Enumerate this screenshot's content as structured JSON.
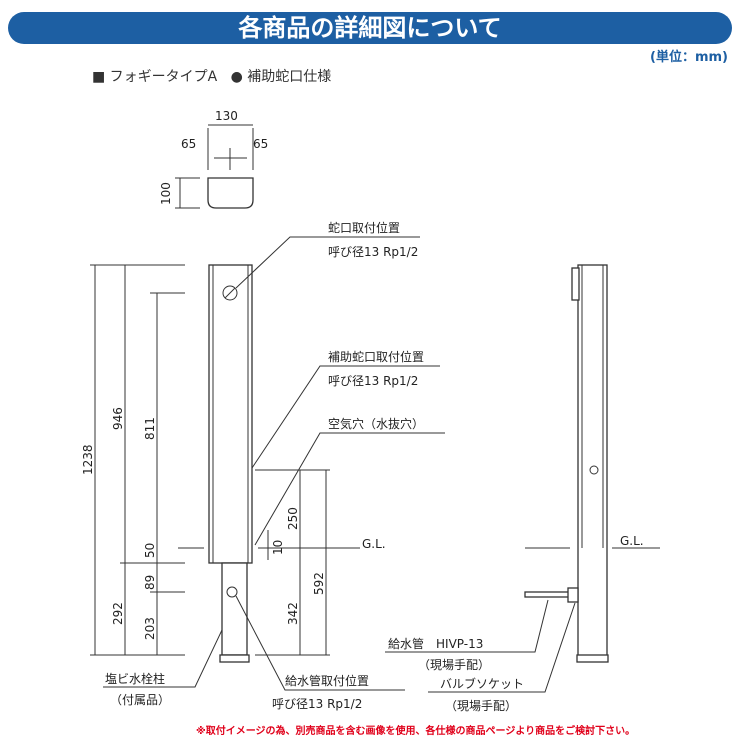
{
  "header": {
    "title": "各商品の詳細図について",
    "unit": "(単位：mm)"
  },
  "subtitle": {
    "product": "■ フォギータイプA",
    "spec": "● 補助蛇口仕様"
  },
  "dimensions": {
    "width": "130",
    "half_left": "65",
    "half_right": "65",
    "depth": "100",
    "total": "1238",
    "above_top": "946",
    "faucet_height": "811",
    "gl_gap": "50",
    "sub_89": "89",
    "below": "292",
    "below_pipe": "203",
    "air_250": "250",
    "air_10": "10",
    "pipe_592": "592",
    "pipe_342": "342"
  },
  "labels": {
    "faucet_pos": "蛇口取付位置",
    "faucet_size": "呼び径13 Rp1/2",
    "aux_faucet_pos": "補助蛇口取付位置",
    "aux_faucet_size": "呼び径13 Rp1/2",
    "air_hole": "空気穴（水抜穴）",
    "gl_front": "G.L.",
    "gl_side": "G.L.",
    "supply_pipe": "給水管　HIVP-13",
    "supply_pipe_note": "（現場手配）",
    "valve_socket": "バルブソケット",
    "valve_socket_note": "（現場手配）",
    "supply_pos": "給水管取付位置",
    "supply_size": "呼び径13 Rp1/2",
    "pvc_post": "塩ビ水栓柱",
    "pvc_post_note": "（付属品）"
  },
  "footer": "※取付イメージの為、別売商品を含む画像を使用、各仕様の商品ページより商品をご検討下さい。"
}
